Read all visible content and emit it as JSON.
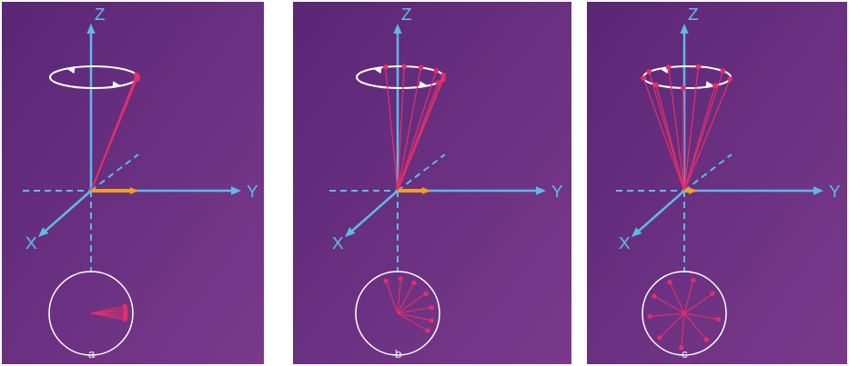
{
  "diagram": {
    "labels": [
      "Z",
      "Y",
      "X",
      "a",
      "Z",
      "Y",
      "X",
      "b",
      "Z",
      "Y",
      "X",
      "c"
    ]
  }
}
